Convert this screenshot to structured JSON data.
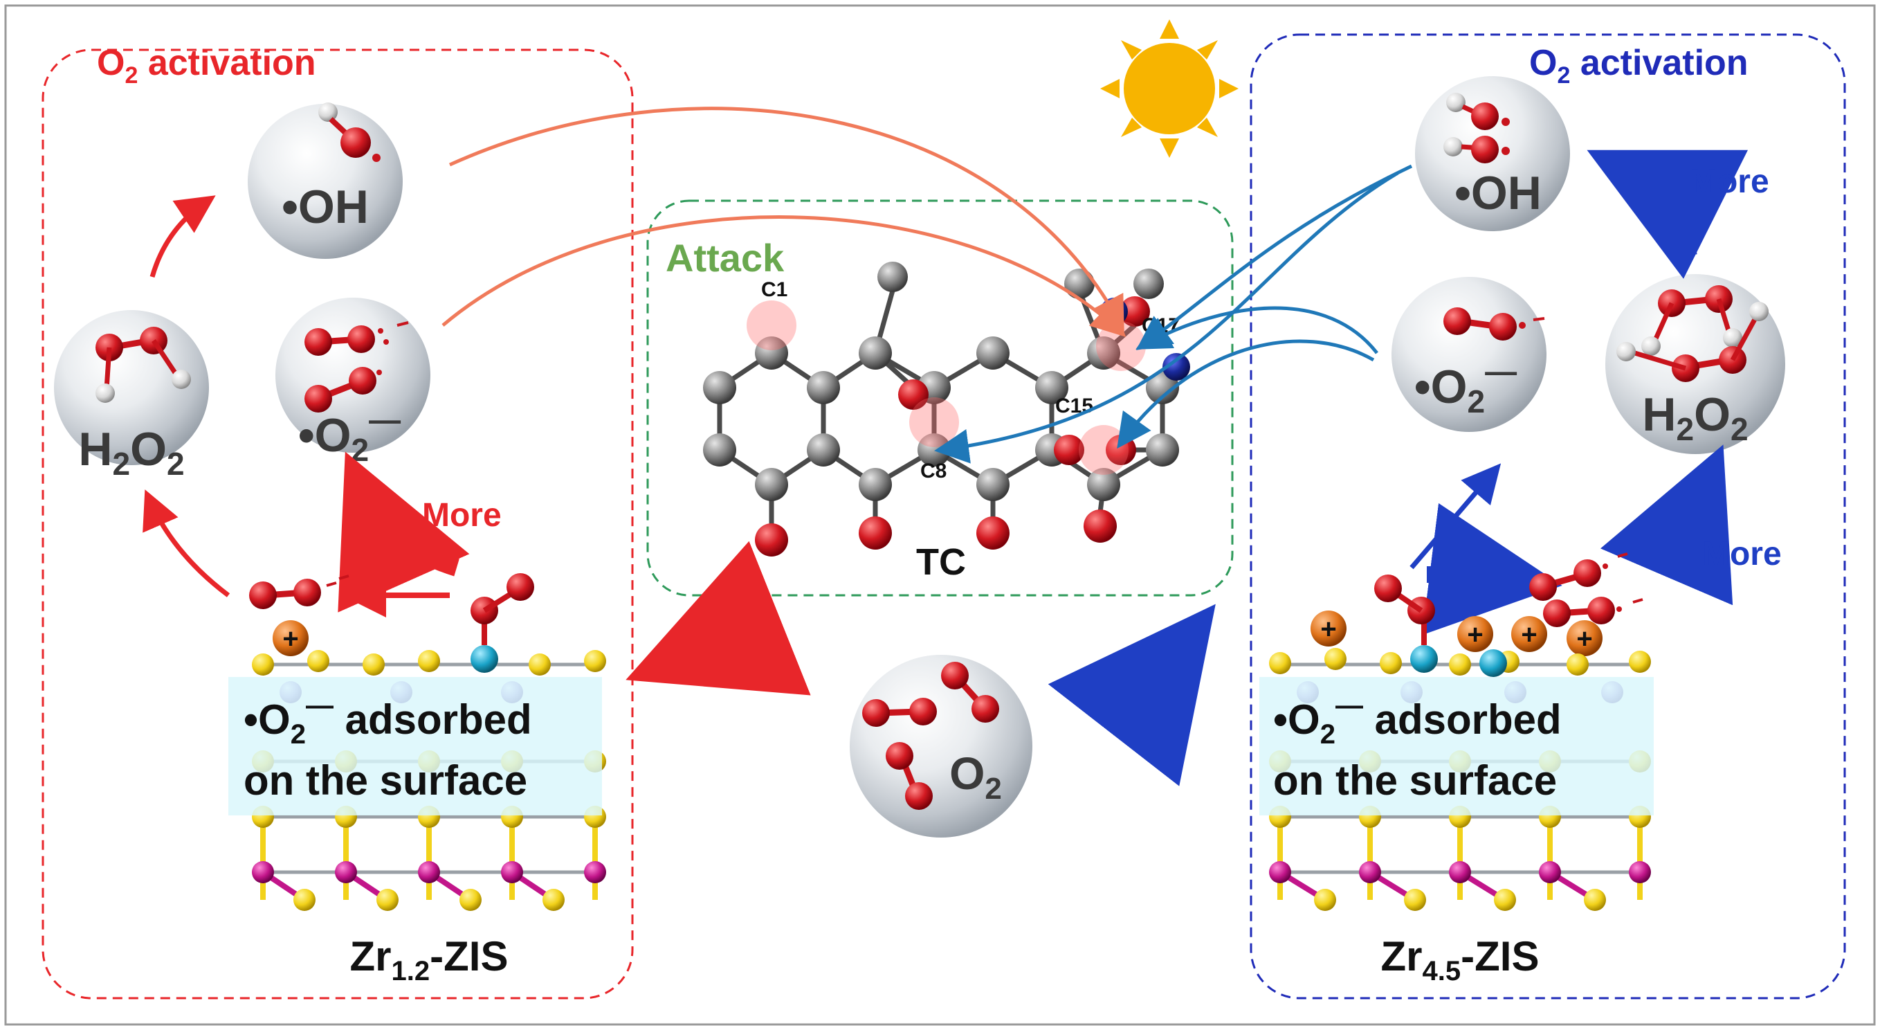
{
  "left_panel": {
    "title_main": "O",
    "title_sub": "2",
    "title_rest": " activation",
    "sphere_oh": "•OH",
    "sphere_h2o2_h": "H",
    "sphere_h2o2_sub1": "2",
    "sphere_h2o2_o": "O",
    "sphere_h2o2_sub2": "2",
    "sphere_o2m_main": "•O",
    "sphere_o2m_sub": "2",
    "sphere_o2m_sup": "—",
    "more_label": "More",
    "surface_line1_main": "•O",
    "surface_line1_sub": "2",
    "surface_line1_sup": "—",
    "surface_line1_rest": " adsorbed",
    "surface_line2": "on the surface",
    "catalyst_main": "Zr",
    "catalyst_sub": "1.2",
    "catalyst_rest": "-ZIS"
  },
  "center_panel": {
    "attack_label": "Attack",
    "molecule_label": "TC",
    "atom_c1": "C1",
    "atom_c8": "C8",
    "atom_c15": "C15",
    "atom_c17": "C17",
    "o2_sphere_main": "O",
    "o2_sphere_sub": "2"
  },
  "right_panel": {
    "title_main": "O",
    "title_sub": "2",
    "title_rest": " activation",
    "sphere_oh": "•OH",
    "sphere_o2m_main": "•O",
    "sphere_o2m_sub": "2",
    "sphere_o2m_sup": "—",
    "sphere_h2o2_h": "H",
    "sphere_h2o2_sub1": "2",
    "sphere_h2o2_o": "O",
    "sphere_h2o2_sub2": "2",
    "more_top": "More",
    "more_bottom": "More",
    "surface_line1_main": "•O",
    "surface_line1_sub": "2",
    "surface_line1_sup": "—",
    "surface_line1_rest": " adsorbed",
    "surface_line2": "on the surface",
    "catalyst_main": "Zr",
    "catalyst_sub": "4.5",
    "catalyst_rest": "-ZIS"
  },
  "colors": {
    "left_accent": "#e8262a",
    "right_accent": "#1f2bb8",
    "center_box": "#2e9a5a",
    "attack_green": "#6aa84f",
    "sun": "#f7b400",
    "oxygen": "#c8141c",
    "carbon": "#8a8a8a",
    "nitrogen": "#1a2a9c",
    "sulfur": "#f2d21a",
    "indium": "#b8a3e8",
    "zinc": "#c2158a",
    "zr": "#1aa3c8",
    "hole": "#e0731a"
  },
  "icons": [
    "sun-icon",
    "sphere-icon",
    "curved-arrow-icon",
    "molecule-icon",
    "crystal-lattice-icon",
    "positive-hole-icon"
  ]
}
